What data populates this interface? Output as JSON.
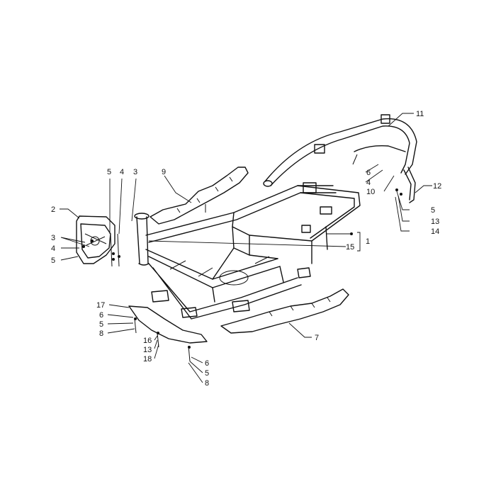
{
  "diagram": {
    "colors": {
      "line": "#111111",
      "background": "#ffffff"
    },
    "parts": [
      {
        "id": "frame",
        "name": "frame"
      },
      {
        "id": "leg-shield-bracket",
        "name": "bracket"
      },
      {
        "id": "footrest-left",
        "name": "footrest"
      },
      {
        "id": "footrest-right",
        "name": "footrest"
      },
      {
        "id": "rear-grab-rail",
        "name": "grab rail"
      },
      {
        "id": "rear-cross-bracket",
        "name": "bracket"
      },
      {
        "id": "under-plate",
        "name": "plate"
      }
    ],
    "callouts": [
      {
        "key": "c11",
        "text": "11"
      },
      {
        "key": "c9",
        "text": "9"
      },
      {
        "key": "c5a",
        "text": "5"
      },
      {
        "key": "c4a",
        "text": "4"
      },
      {
        "key": "c3a",
        "text": "3"
      },
      {
        "key": "c2",
        "text": "2"
      },
      {
        "key": "c3b",
        "text": "3"
      },
      {
        "key": "c4b",
        "text": "4"
      },
      {
        "key": "c5b",
        "text": "5"
      },
      {
        "key": "c6a",
        "text": "6"
      },
      {
        "key": "c4c",
        "text": "4"
      },
      {
        "key": "c10",
        "text": "10"
      },
      {
        "key": "c12",
        "text": "12"
      },
      {
        "key": "c5c",
        "text": "5"
      },
      {
        "key": "c13a",
        "text": "13"
      },
      {
        "key": "c14",
        "text": "14"
      },
      {
        "key": "c1",
        "text": "1"
      },
      {
        "key": "c15",
        "text": "15"
      },
      {
        "key": "c17",
        "text": "17"
      },
      {
        "key": "c6b",
        "text": "6"
      },
      {
        "key": "c5d",
        "text": "5"
      },
      {
        "key": "c8a",
        "text": "8"
      },
      {
        "key": "c16",
        "text": "16"
      },
      {
        "key": "c13b",
        "text": "13"
      },
      {
        "key": "c18",
        "text": "18"
      },
      {
        "key": "c6c",
        "text": "6"
      },
      {
        "key": "c5e",
        "text": "5"
      },
      {
        "key": "c8b",
        "text": "8"
      },
      {
        "key": "c7",
        "text": "7"
      }
    ]
  }
}
